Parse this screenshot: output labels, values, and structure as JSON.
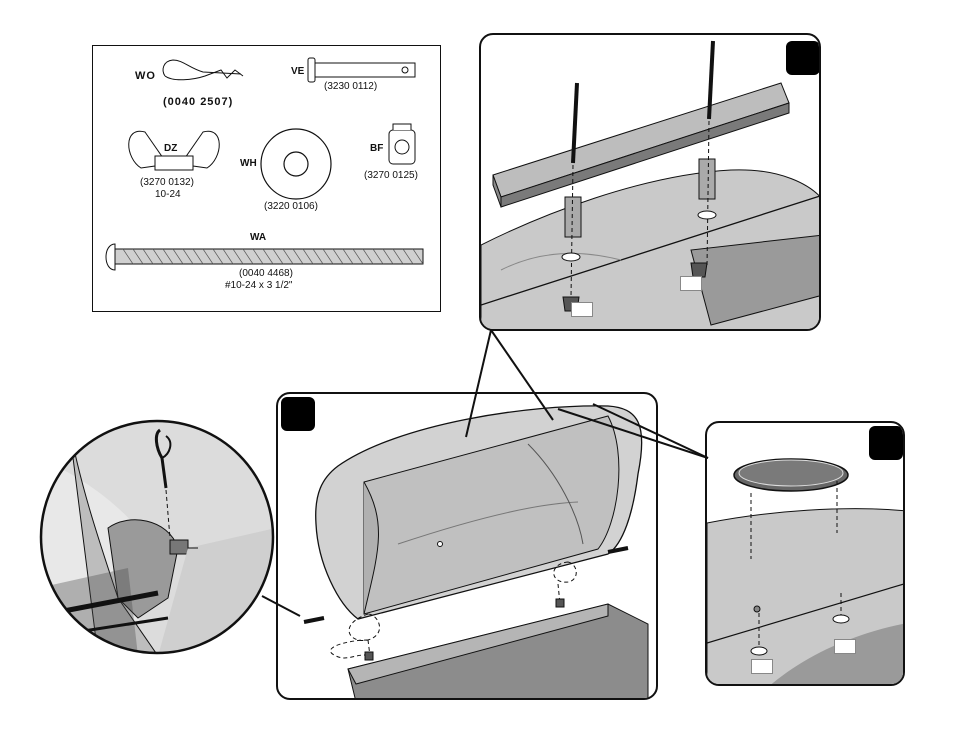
{
  "parts": {
    "wo": {
      "code": "WO",
      "number": "(0040 2507)"
    },
    "ve": {
      "code": "VE",
      "number": "(3230 0112)"
    },
    "dz": {
      "code": "DZ",
      "number": "(3270 0132)",
      "size": "10-24"
    },
    "wh": {
      "code": "WH",
      "number": "(3220 0106)"
    },
    "bf": {
      "code": "BF",
      "number": "(3270 0125)"
    },
    "wa": {
      "code": "WA",
      "number": "(0040 4468)",
      "size": "#10-24 x 3 1/2\""
    }
  },
  "icons": [
    "hairpin-cotter-icon",
    "clevis-pin-icon",
    "wing-nut-icon",
    "flat-washer-icon",
    "push-nut-icon",
    "bolt-icon"
  ],
  "colors": {
    "line": "#111111",
    "grill_shell": "#c9c9c9",
    "grill_shadow": "#8a8a8a",
    "panel_bg": "#ffffff"
  }
}
